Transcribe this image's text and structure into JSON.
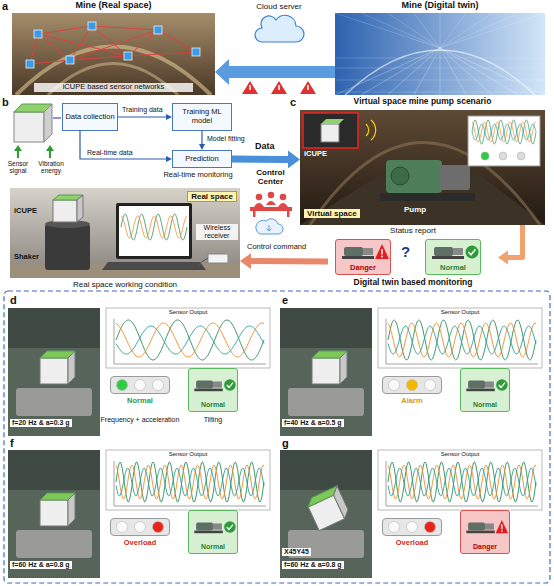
{
  "diagram": {
    "nodes": [
      {
        "text": [
          "Mine (Real space)",
          "iCUPE based sensor networks"
        ]
      },
      {
        "text": [
          "Mine (Digital twin)"
        ]
      },
      {
        "text": [
          "Cloud server"
        ]
      },
      {
        "text": [
          "Data collection"
        ]
      },
      {
        "text": [
          "Training ML model"
        ]
      },
      {
        "text": [
          "Prediction"
        ]
      },
      {
        "text": [
          "Real space"
        ]
      },
      {
        "text": [
          "Control Center"
        ]
      },
      {
        "text": [
          "Virtual space mine pump scenario",
          "Virtual space"
        ]
      },
      {
        "text": [
          "Status report",
          "Digital twin based monitoring"
        ]
      },
      {
        "text": [
          "Danger"
        ],
        "in": 9
      },
      {
        "text": [
          "Normal"
        ],
        "in": 9
      },
      {
        "text": [
          "f=20 Hz & a=0.3 g"
        ]
      },
      {
        "text": [
          "Normal"
        ],
        "in": 12
      },
      {
        "text": [
          "Normal"
        ],
        "in": 12
      },
      {
        "text": [
          "f=40 Hz & a=0.5 g"
        ]
      },
      {
        "text": [
          "Alarm"
        ],
        "in": 15
      },
      {
        "text": [
          "Normal"
        ],
        "in": 15
      },
      {
        "text": [
          "f=60 Hz & a=0.8 g"
        ]
      },
      {
        "text": [
          "Overload"
        ],
        "in": 18
      },
      {
        "text": [
          "Normal"
        ],
        "in": 18
      },
      {
        "text": [
          "X45Y45",
          "f=60 Hz & a=0.8 g"
        ]
      },
      {
        "text": [
          "Overload"
        ],
        "in": 21
      },
      {
        "text": [
          "Danger"
        ],
        "in": 21
      }
    ],
    "edges": [
      {
        "from": 1,
        "to": 0,
        "arrow": "to"
      },
      {
        "from": 3,
        "to": 4,
        "label": "Training data",
        "arrow": "to"
      },
      {
        "from": 3,
        "to": 5,
        "label": "Real-time data",
        "arrow": "to"
      },
      {
        "from": 4,
        "to": 5,
        "label": "Model fitting",
        "arrow": "to"
      },
      {
        "from": 5,
        "to": 8,
        "label": "Data",
        "arrow": "to"
      },
      {
        "from": 8,
        "to": 9,
        "arrow": "to"
      },
      {
        "from": 9,
        "to": 6,
        "label": "Control command",
        "arrow": "to"
      }
    ],
    "labels": [
      "a",
      "b",
      "c",
      "Sensor signal",
      "Vibration energy",
      "Real-time monitoring",
      "iCUPE",
      "Shaker",
      "Wireless receiver",
      "Real space working condition",
      "iCUPE",
      "Pump",
      "?",
      "d",
      "Sensor Output",
      "Frequency + acceleration",
      "Tilting",
      "e",
      "Sensor Output",
      "f",
      "Sensor Output",
      "g",
      "Sensor Output"
    ]
  }
}
